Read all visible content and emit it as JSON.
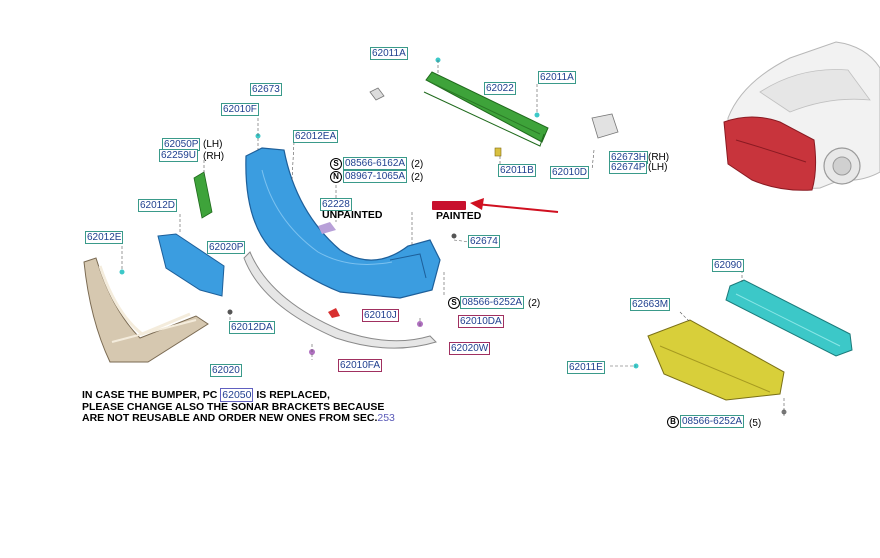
{
  "colors": {
    "label_text": "#1f3f8f",
    "label_border": "#3a9a8a",
    "highlight_border": "#a03060",
    "bumper_blue": "#3b9de0",
    "reinforcement_green": "#3ea33a",
    "absorber_yellow": "#d8cf3a",
    "absorber_cyan": "#3cc8c8",
    "grille_tan": "#d6c8b0",
    "arrow_red": "#d01020",
    "car_highlight": "#c8343c"
  },
  "labels": {
    "p62011A_top": "62011A",
    "p62022": "62022",
    "p62011A_right": "62011A",
    "p62673": "62673",
    "p62010F": "62010F",
    "p62012EA": "62012EA",
    "p62050P": "62050P",
    "p62050P_suffix": "(LH)",
    "p62259U": "62259U",
    "p62259U_suffix": "(RH)",
    "b08566_6162A": "08566-6162A",
    "b08566_6162A_qty": "(2)",
    "b08967_1065A": "08967-1065A",
    "b08967_1065A_qty": "(2)",
    "p62011B": "62011B",
    "p62010D": "62010D",
    "p62673H": "62673H",
    "p62673H_suffix": "(RH)",
    "p62674P": "62674P",
    "p62674P_suffix": "(LH)",
    "p62012D": "62012D",
    "p62228": "62228",
    "unpainted": "UNPAINTED",
    "painted": "PAINTED",
    "p62012E": "62012E",
    "p62020P": "62020P",
    "p62674": "62674",
    "p62090": "62090",
    "b08566_6252A_mid": "08566-6252A",
    "b08566_6252A_mid_qty": "(2)",
    "p62663M": "62663M",
    "p62010J": "62010J",
    "p62012DA": "62012DA",
    "p62010DA": "62010DA",
    "p62020W": "62020W",
    "p62011E": "62011E",
    "p62010FA": "62010FA",
    "p62020": "62020",
    "b08566_6252A_low": "08566-6252A",
    "b08566_6252A_low_qty": "(5)",
    "sym_s": "S",
    "sym_n": "N",
    "sym_b": "B"
  },
  "note": {
    "line1_a": "IN CASE THE BUMPER, PC ",
    "line1_ref": "62050",
    "line1_b": " IS REPLACED,",
    "line2": "PLEASE CHANGE ALSO THE SONAR BRACKETS BECAUSE",
    "line3_a": "ARE NOT REUSABLE AND ORDER NEW ONES FROM SEC.",
    "line3_sec": "253"
  }
}
